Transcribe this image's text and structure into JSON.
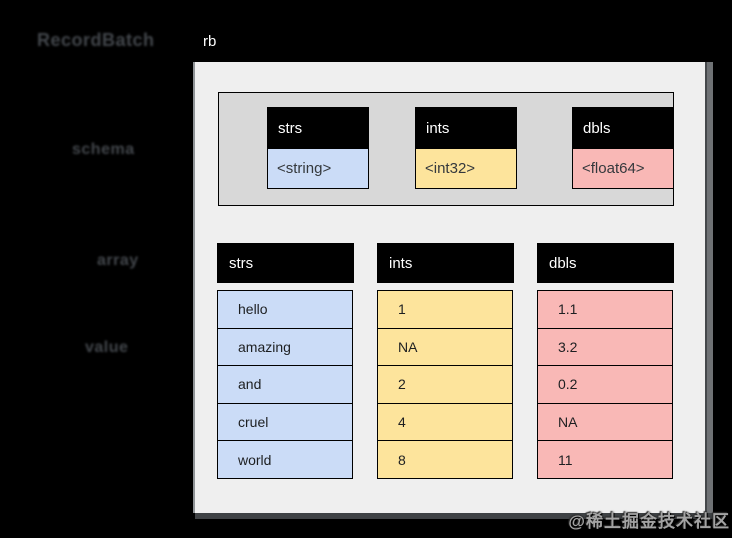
{
  "page": {
    "background": "#000000",
    "watermark": "@稀土掘金技术社区"
  },
  "annotations": {
    "title": "RecordBatch",
    "schema_label": "schema",
    "array_label": "array",
    "value_label": "value"
  },
  "record_batch": {
    "name": "rb",
    "schema": {
      "fields": [
        {
          "name": "strs",
          "type": "<string>",
          "color": "#cbdcf7"
        },
        {
          "name": "ints",
          "type": "<int32>",
          "color": "#fde49c"
        },
        {
          "name": "dbls",
          "type": "<float64>",
          "color": "#f9b8b6"
        }
      ]
    },
    "columns": [
      {
        "name": "strs",
        "color": "#cbdcf7",
        "values": [
          "hello",
          "amazing",
          "and",
          "cruel",
          "world"
        ]
      },
      {
        "name": "ints",
        "color": "#fde49c",
        "values": [
          "1",
          "NA",
          "2",
          "4",
          "8"
        ]
      },
      {
        "name": "dbls",
        "color": "#f9b8b6",
        "values": [
          "1.1",
          "3.2",
          "0.2",
          "NA",
          "11"
        ]
      }
    ]
  },
  "colors": {
    "card_background": "#efefef",
    "schema_box_background": "#d8d8d8",
    "header_background": "#000000",
    "header_text": "#ffffff",
    "arrow": "#000000"
  }
}
